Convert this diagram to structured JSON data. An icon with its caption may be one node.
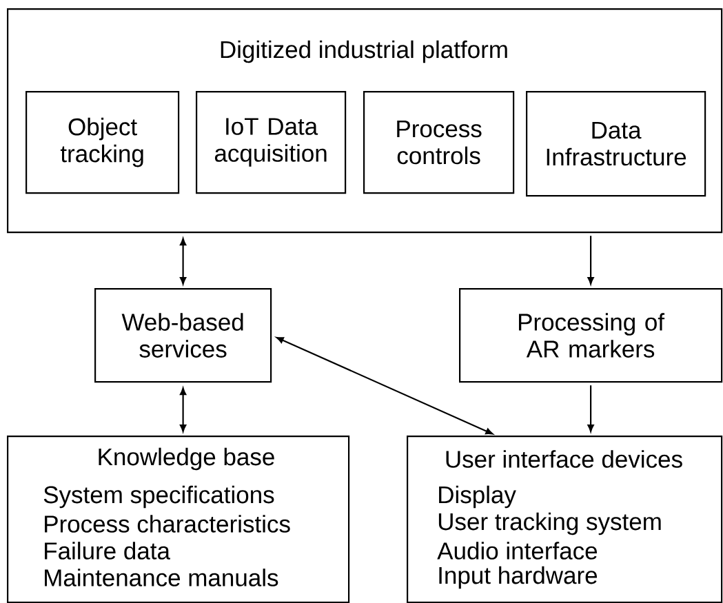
{
  "diagram": {
    "nodes": [
      {
        "text": [
          "Digitized industrial platform"
        ]
      },
      {
        "text": [
          "Object tracking"
        ],
        "in": 0
      },
      {
        "text": [
          "IoT Data acquisition"
        ],
        "in": 0
      },
      {
        "text": [
          "Process controls"
        ],
        "in": 0
      },
      {
        "text": [
          "Data Infrastructure"
        ],
        "in": 0
      },
      {
        "text": [
          "Web-based services"
        ]
      },
      {
        "text": [
          "Processing of AR markers"
        ]
      },
      {
        "text": [
          "Knowledge base",
          "System specifications",
          "Process characteristics",
          "Failure data",
          "Maintenance manuals"
        ]
      },
      {
        "text": [
          "User interface devices",
          "Display",
          "User tracking system",
          "Audio interface",
          "Input hardware"
        ]
      }
    ],
    "edges": [
      {
        "from": 0,
        "to": 5,
        "arrow": "both"
      },
      {
        "from": 0,
        "to": 6,
        "arrow": "to"
      },
      {
        "from": 5,
        "to": 7,
        "arrow": "both"
      },
      {
        "from": 6,
        "to": 8,
        "arrow": "to"
      },
      {
        "from": 5,
        "to": 8,
        "arrow": "both"
      }
    ]
  }
}
